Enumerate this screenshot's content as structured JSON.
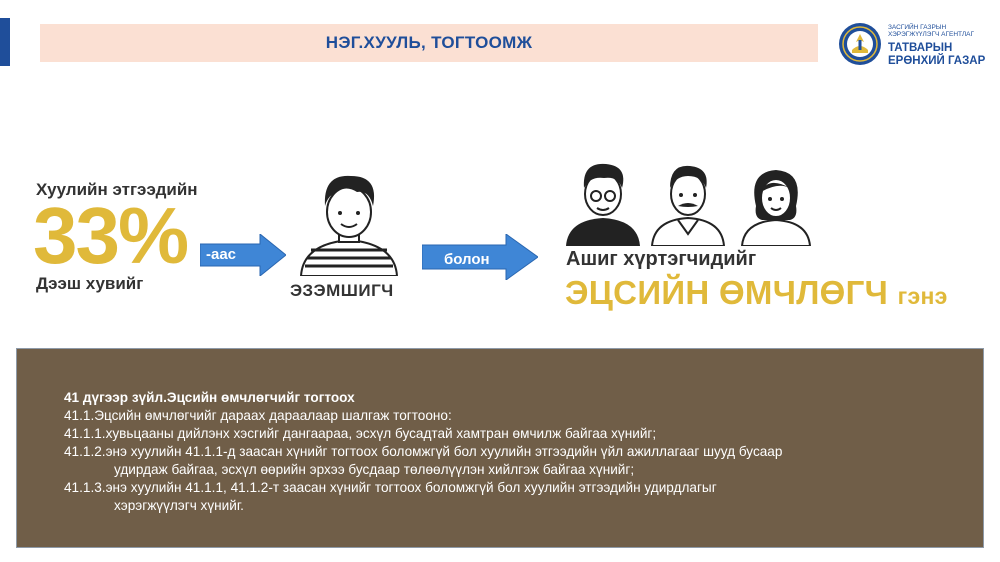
{
  "header": {
    "title": "НЭГ.ХУУЛЬ, ТОГТООМЖ"
  },
  "logo": {
    "top_line1": "ЗАСГИЙН ГАЗРЫН",
    "top_line2": "ХЭРЭГЖҮҮЛЭГЧ АГЕНТЛАГ",
    "name_line1": "ТАТВАРЫН",
    "name_line2": "ЕРӨНХИЙ ГАЗАР"
  },
  "infographic": {
    "law_label": "Хуулийн этгээдийн",
    "percent": "33%",
    "above_label": "Дээш хувийг",
    "arrow1_label": "-аас",
    "owner_label": "ЭЗЭМШИГЧ",
    "arrow2_label": "болон",
    "beneficiary_label": "Ашиг хүртэгчидийг",
    "ubo_label": "ЭЦСИЙН ӨМЧЛӨГЧ",
    "ubo_suffix": "гэнэ"
  },
  "law": {
    "title": "41 дүгээр зүйл.Эцсийн өмчлөгчийг тогтоох",
    "line1": "41.1.Эцсийн өмчлөгчийг дараах дараалаар шалгаж тогтооно:",
    "line2": "41.1.1.хувьцааны дийлэнх хэсгийг дангаараа, эсхүл бусадтай хамтран өмчилж байгаа хүнийг;",
    "line3a": "41.1.2.энэ хуулийн 41.1.1-д заасан хүнийг тогтоох боломжгүй бол хуулийн этгээдийн үйл ажиллагааг шууд бусаар",
    "line3b": "удирдаж байгаа, эсхүл өөрийн эрхээ бусдаар төлөөлүүлэн хийлгэж байгаа хүнийг;",
    "line4a": "41.1.3.энэ хуулийн 41.1.1, 41.1.2-т заасан хүнийг тогтоох боломжгүй бол хуулийн этгээдийн удирдлагыг",
    "line4b": "хэрэгжүүлэгч хүнийг."
  },
  "colors": {
    "accent_gold": "#e0b93a",
    "brand_blue": "#1f4e9a",
    "arrow_blue": "#3f86d6",
    "law_box_bg": "#705e48",
    "banner_bg": "#fbe0d3"
  }
}
